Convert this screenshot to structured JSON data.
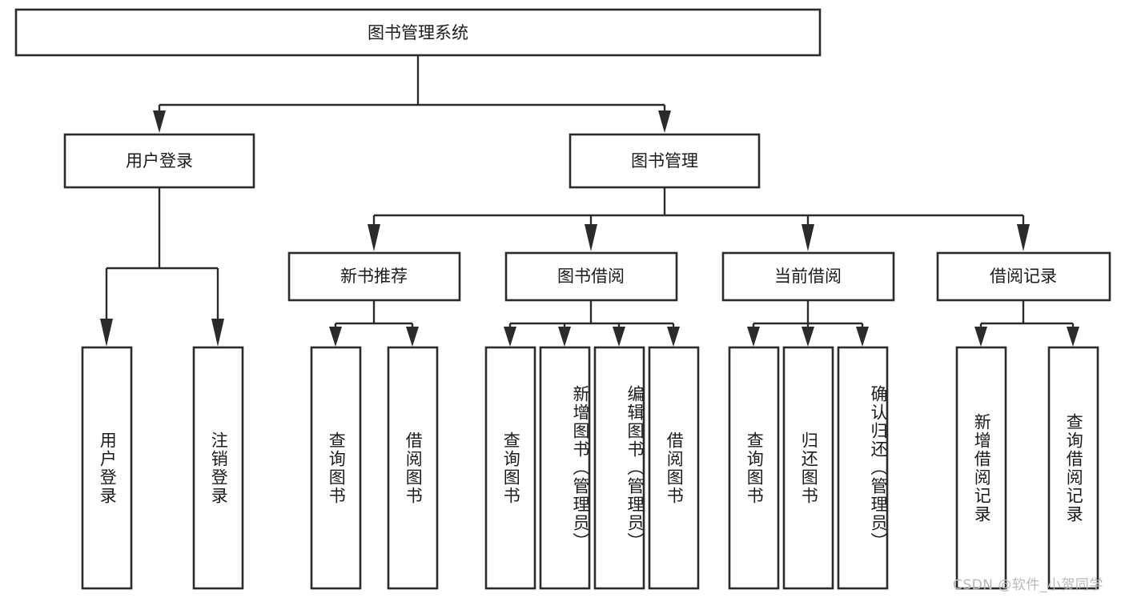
{
  "diagram": {
    "type": "tree-hierarchy",
    "title": "图书管理系统",
    "watermark": "CSDN @软件_小贺同学",
    "colors": {
      "stroke": "#2b2b2b",
      "fill": "#ffffff",
      "text": "#1b1b1b",
      "watermark": "#b9b9b9"
    },
    "levels": {
      "level1": {
        "nodes": [
          {
            "id": "root",
            "label": "图书管理系统"
          }
        ]
      },
      "level2": {
        "nodes": [
          {
            "id": "user-login",
            "label": "用户登录"
          },
          {
            "id": "book-manage",
            "label": "图书管理"
          }
        ]
      },
      "level3": {
        "nodes": [
          {
            "id": "new-book-rec",
            "label": "新书推荐"
          },
          {
            "id": "book-borrow",
            "label": "图书借阅"
          },
          {
            "id": "current-borrow",
            "label": "当前借阅"
          },
          {
            "id": "borrow-record",
            "label": "借阅记录"
          }
        ]
      },
      "level4": {
        "groups": [
          {
            "parent": "user-login",
            "nodes": [
              {
                "id": "leaf-user-login",
                "label": "用户登录"
              },
              {
                "id": "leaf-logout",
                "label": "注销登录"
              }
            ]
          },
          {
            "parent": "new-book-rec",
            "nodes": [
              {
                "id": "leaf-query-book-1",
                "label": "查询图书"
              },
              {
                "id": "leaf-borrow-book-1",
                "label": "借阅图书"
              }
            ]
          },
          {
            "parent": "book-borrow",
            "nodes": [
              {
                "id": "leaf-query-book-2",
                "label": "查询图书"
              },
              {
                "id": "leaf-add-book",
                "label": "新增图书（管理员）"
              },
              {
                "id": "leaf-edit-book",
                "label": "编辑图书（管理员）"
              },
              {
                "id": "leaf-borrow-book-2",
                "label": "借阅图书"
              }
            ]
          },
          {
            "parent": "current-borrow",
            "nodes": [
              {
                "id": "leaf-query-book-3",
                "label": "查询图书"
              },
              {
                "id": "leaf-return-book",
                "label": "归还图书"
              },
              {
                "id": "leaf-confirm-return",
                "label": "确认归还（管理员）"
              }
            ]
          },
          {
            "parent": "borrow-record",
            "nodes": [
              {
                "id": "leaf-add-record",
                "label": "新增借阅记录"
              },
              {
                "id": "leaf-query-record",
                "label": "查询借阅记录"
              }
            ]
          }
        ]
      }
    }
  }
}
